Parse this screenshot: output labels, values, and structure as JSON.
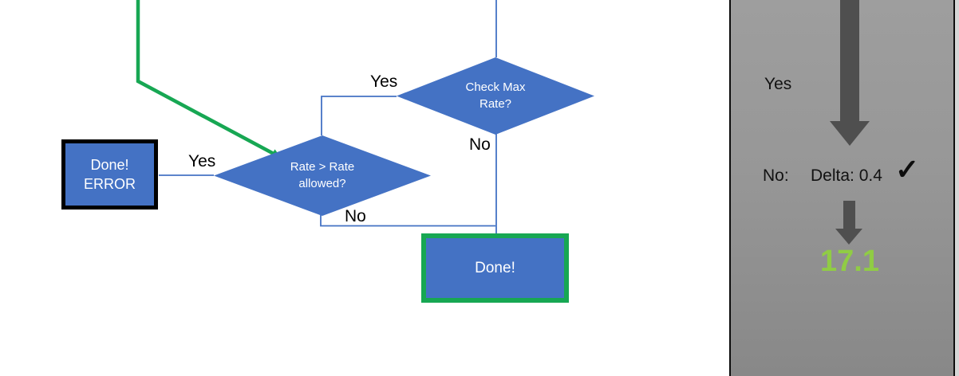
{
  "flowchart": {
    "decision_check_max": {
      "line1": "Check Max",
      "line2": "Rate?",
      "yes_label": "Yes",
      "no_label": "No"
    },
    "decision_rate_allowed": {
      "line1": "Rate > Rate",
      "line2": "allowed?",
      "yes_label": "Yes",
      "no_label": "No"
    },
    "done_error_box": {
      "line1": "Done!",
      "line2": "ERROR"
    },
    "done_box": {
      "label": "Done!"
    }
  },
  "panel": {
    "yes_label": "Yes",
    "no_label": "No:",
    "delta_text": "Delta: 0.4",
    "check_icon": "✓",
    "result_value": "17.1"
  },
  "colors": {
    "shape_blue": "#4472C4",
    "connector_blue": "#4472C4",
    "green": "#17A753",
    "result_green": "#90CC44",
    "panel_gray": "#979797",
    "arrow_gray": "#4F4F4F",
    "border_black": "#000000"
  }
}
